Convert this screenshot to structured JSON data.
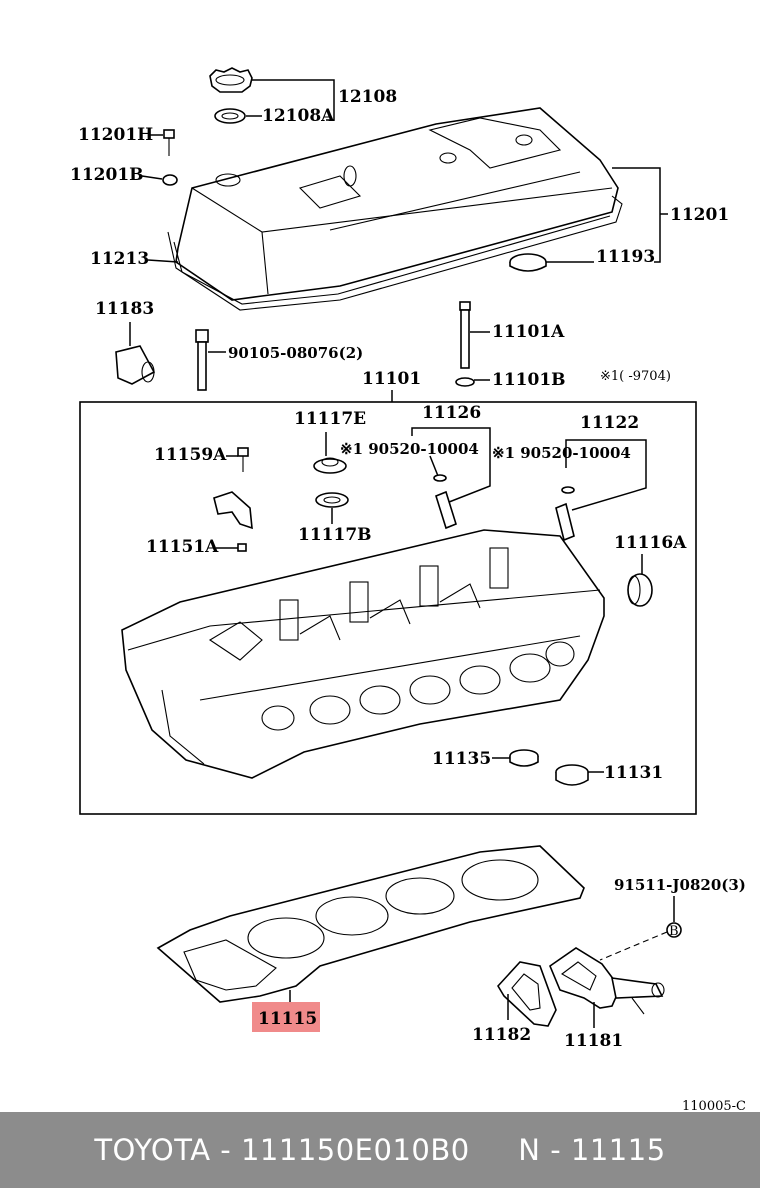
{
  "labels": {
    "p12108": "12108",
    "p12108a": "12108A",
    "p11201h": "11201H",
    "p11201b": "11201B",
    "p11201": "11201",
    "p11213": "11213",
    "p11193": "11193",
    "p11183": "11183",
    "p90105": "90105-08076(2)",
    "p11101a": "11101A",
    "p11101b": "11101B",
    "p11101": "11101",
    "note_9704": "※1(     -9704)",
    "p11117e": "11117E",
    "p11126": "11126",
    "p11122": "11122",
    "p90520a": "※1 90520-10004",
    "p90520b": "※1 90520-10004",
    "p11159a": "11159A",
    "p11117b": "11117B",
    "p11151a": "11151A",
    "p11116a": "11116A",
    "p11135": "11135",
    "p11131": "11131",
    "p91511": "91511-J0820(3)",
    "p11115": "11115",
    "p11182": "11182",
    "p11181": "11181",
    "diagram_code": "110005-C"
  },
  "footer": {
    "brand": "TOYOTA",
    "part_number": "111150E010B0",
    "ref": "N - 11115"
  },
  "colors": {
    "highlight": "#f08a8a",
    "footer_bg": "#8c8c8c"
  }
}
